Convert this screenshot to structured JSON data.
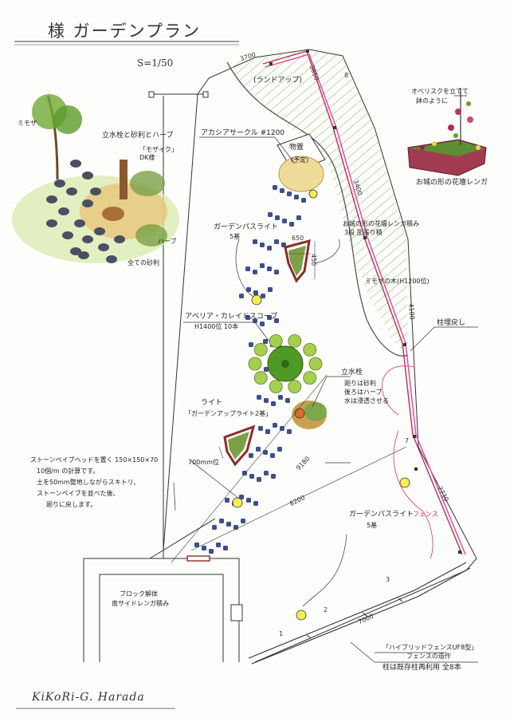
{
  "title": "様 ガーデンプラン",
  "scale": "S=1/50",
  "signature": "KiKoRi-G. Harada",
  "labels": {
    "lawn": "(ランドアップ)",
    "shed": "物置",
    "shed_sub": "(予定)",
    "acacia": "アカシアサークル #1200",
    "faucet_top": "立水栓と砂利とハーブ",
    "mosaic": "「モザイク」",
    "mosaic_sub": "DK様",
    "cedar": "ミモザ",
    "herb": "ハーブ",
    "gravel": "全ての砂利",
    "obelisk_1": "オベリスクを立てて",
    "obelisk_2": "鉢のように",
    "flowerbed": "お城の形の花壇レンガ",
    "path_light": "ガーデンパスライト",
    "path_light_count": "5基",
    "castle_bed_1": "お城の形の花壇レンガ積み",
    "castle_bed_2": "3段 乱張り積",
    "mimosa": "ミモザの木(H1200位)",
    "abelia_1": "アベリア・カレイドスコープ",
    "abelia_2": "H1400位 10本",
    "column": "柱埋戻し",
    "faucet": "立水栓",
    "faucet_1": "廻りは砂利",
    "faucet_2": "後ろはハーブ",
    "faucet_3": "水は浸透させる",
    "light": "ライト",
    "light_sub": "「ガーデンアップライト2基」",
    "stone_1": "ストーンペイブヘッドを置く 150×150×70",
    "stone_2": "10個/m の計算です。",
    "stone_3": "土を50mm整地しながらスキトリ、",
    "stone_4": "ストーンペイブを並べた後、",
    "stone_5": "廻りに戻します。",
    "bed_size": "700mm位",
    "path_light_2": "ガーデンパスライト",
    "path_light_2_count": "5基",
    "fence": "フェンス",
    "block": "ブロック解体",
    "block_sub": "南サイドレンガ積み",
    "fence_note_1": "「ハイブリッドフェンスUF8型」",
    "fence_note_2": "フェンスの造作",
    "fence_note_3": "柱は既存柱再利用 全8本",
    "dims": {
      "d3700": "3700",
      "d3850": "3850",
      "d8": "8",
      "d3400": "3400",
      "d650": "650",
      "d450": "450",
      "d4100": "4100",
      "d9180": "9180",
      "d8200": "8200",
      "d7000": "7000",
      "d2730": "2730",
      "d7": "7",
      "d3": "3",
      "d2": "2",
      "d1": "1"
    }
  }
}
